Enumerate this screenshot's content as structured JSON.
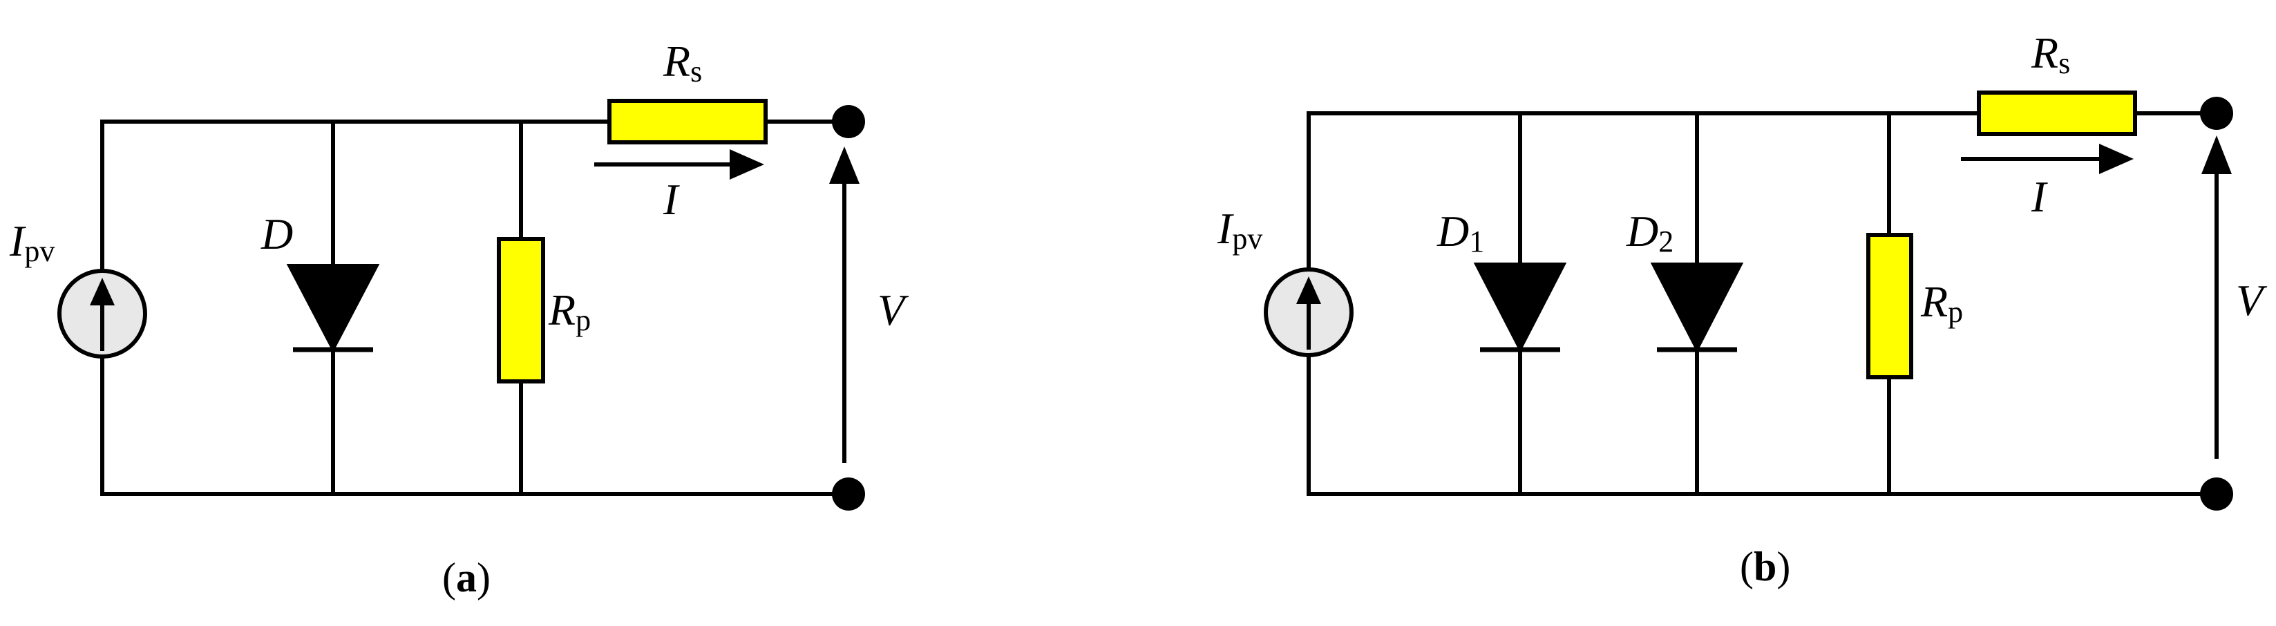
{
  "circuit_a": {
    "caption_open": "(",
    "caption_letter": "a",
    "caption_close": ")",
    "source_label": "I",
    "source_sub": "pv",
    "diode_label": "D",
    "rp_label": "R",
    "rp_sub": "p",
    "rs_label": "R",
    "rs_sub": "s",
    "current_label": "I",
    "voltage_label": "V"
  },
  "circuit_b": {
    "caption_open": "(",
    "caption_letter": "b",
    "caption_close": ")",
    "source_label": "I",
    "source_sub": "pv",
    "diode1_label": "D",
    "diode1_sub": "1",
    "diode2_label": "D",
    "diode2_sub": "2",
    "rp_label": "R",
    "rp_sub": "p",
    "rs_label": "R",
    "rs_sub": "s",
    "current_label": "I",
    "voltage_label": "V"
  },
  "colors": {
    "resistor_fill": "#ffff00",
    "source_fill": "#e8e8e8",
    "wire": "#000000"
  }
}
